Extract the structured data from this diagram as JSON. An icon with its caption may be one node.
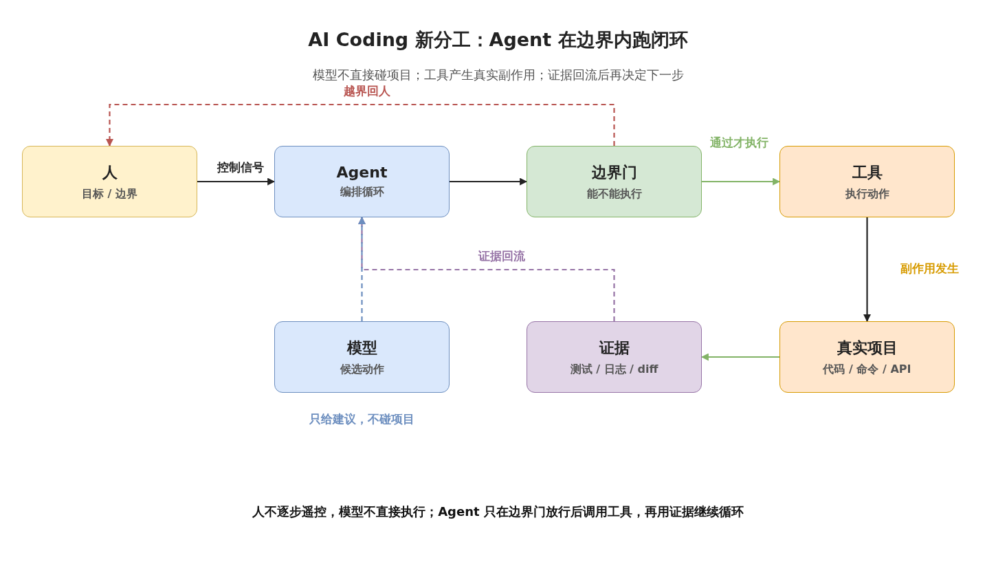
{
  "diagram": {
    "title": "AI Coding 新分工：Agent 在边界内跑闭环",
    "caption": "人不逐步遥控，模型不直接执行；Agent 只在边界门放行后调用工具，再用证据继续循环",
    "nodes": [
      {
        "text": [
          "人",
          "目标 / 边界"
        ]
      },
      {
        "text": [
          "Agent",
          "编排循环"
        ]
      },
      {
        "text": [
          "边界门",
          "能不能执行"
        ]
      },
      {
        "text": [
          "工具",
          "执行动作"
        ]
      },
      {
        "text": [
          "模型",
          "候选动作"
        ],
        "beside": [
          "只给建议，不碰项目"
        ]
      },
      {
        "text": [
          "证据",
          "测试 / 日志 / diff"
        ]
      },
      {
        "text": [
          "真实项目",
          "代码 / 命令 / API"
        ]
      }
    ],
    "edges": [
      {
        "from": 0,
        "to": 1,
        "arrow": "to",
        "label": "控制信号"
      },
      {
        "from": 1,
        "to": 2,
        "arrow": "to"
      },
      {
        "from": 2,
        "to": 3,
        "arrow": "to",
        "label": "通过才执行",
        "color": "#82b366"
      },
      {
        "from": 3,
        "to": 6,
        "arrow": "to",
        "label": "副作用发生"
      },
      {
        "from": 6,
        "to": 5,
        "arrow": "to",
        "color": "#82b366"
      },
      {
        "from": 2,
        "to": 0,
        "arrow": "to",
        "label": "越界回人",
        "style": "dashed",
        "color": "#b85450"
      },
      {
        "from": 4,
        "to": 1,
        "arrow": "to",
        "style": "dashed",
        "color": "#6c8ebf"
      },
      {
        "from": 5,
        "to": 1,
        "arrow": "to",
        "label": "证据回流",
        "style": "dashed",
        "color": "#9673a6"
      }
    ],
    "labels": [
      "模型不直接碰项目；工具产生真实副作用；证据回流后再决定下一步"
    ]
  }
}
